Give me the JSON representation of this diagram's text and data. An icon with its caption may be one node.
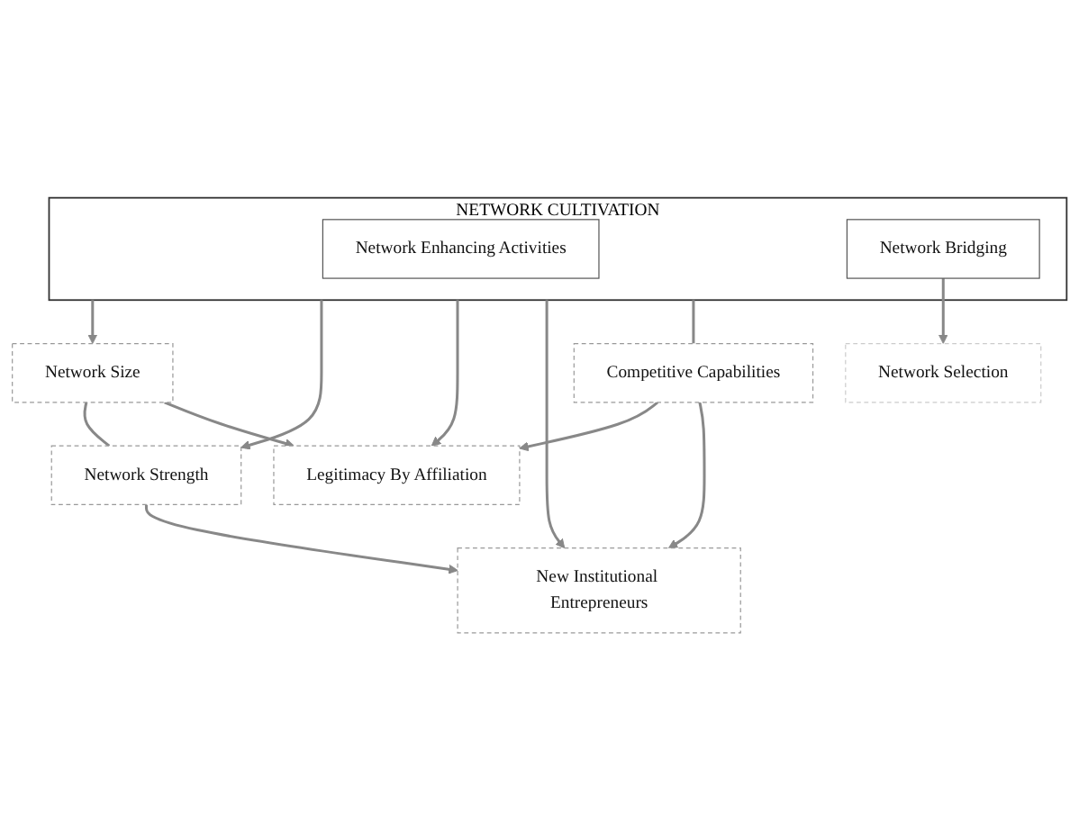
{
  "diagram": {
    "nodes": [
      {
        "text": [
          "Network Size"
        ]
      },
      {
        "text": [
          "Network Strength"
        ]
      },
      {
        "text": [
          "NETWORK CULTIVATION"
        ]
      },
      {
        "text": [
          "Network Enhancing Activities"
        ],
        "in": 2
      },
      {
        "text": [
          "Network Bridging"
        ],
        "in": 2
      },
      {
        "text": [
          "Legitimacy By Affiliation"
        ]
      },
      {
        "text": [
          "Competitive Capabilities"
        ]
      },
      {
        "text": [
          "New Institutional Entrepreneurs"
        ]
      },
      {
        "text": [
          "Network Selection"
        ]
      }
    ],
    "edges": [
      {
        "from": 0,
        "to": 1,
        "arrow": "none"
      },
      {
        "from": 2,
        "to": 0,
        "arrow": "to"
      },
      {
        "from": 2,
        "to": 1,
        "arrow": "to"
      },
      {
        "from": 0,
        "to": 5,
        "arrow": "to"
      },
      {
        "from": 1,
        "to": 7,
        "arrow": "to"
      },
      {
        "from": 4,
        "to": 8,
        "arrow": "to"
      },
      {
        "from": 2,
        "to": 5,
        "arrow": "to"
      },
      {
        "from": 2,
        "to": 7,
        "arrow": "to"
      },
      {
        "from": 2,
        "to": 6,
        "arrow": "none"
      },
      {
        "from": 6,
        "to": 5,
        "arrow": "to"
      },
      {
        "from": 6,
        "to": 7,
        "arrow": "to"
      }
    ]
  }
}
